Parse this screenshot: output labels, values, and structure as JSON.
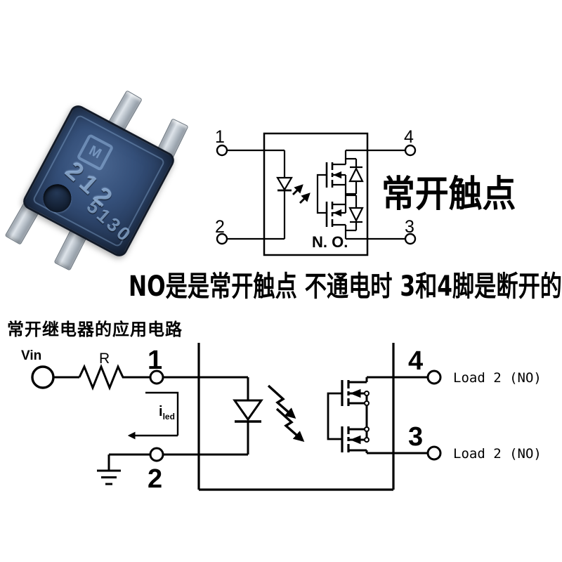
{
  "chip_photo": {
    "logo_glyph": "M",
    "marking_top": "212",
    "marking_bottom": "5130"
  },
  "top_schematic": {
    "pin1": "1",
    "pin2": "2",
    "pin3": "3",
    "pin4": "4",
    "contact_type_label": "N. O.",
    "annotation": "常开触点"
  },
  "caption": "NO是是常开触点 不通电时 3和4脚是断开的",
  "application": {
    "heading": "常开继电器的应用电路",
    "vin_label": "Vin",
    "resistor_label": "R",
    "iled_main": "i",
    "iled_sub": "led",
    "pin1": "1",
    "pin2": "2",
    "pin3": "3",
    "pin4": "4",
    "load_pin4": "Load 2 (NO)",
    "load_pin3": "Load 2 (NO)"
  },
  "colors": {
    "line": "#000000",
    "chip_body": "#35507a",
    "chip_marking": "#98bae2",
    "lead_silver": "#aeb7c0",
    "background": "#ffffff"
  }
}
